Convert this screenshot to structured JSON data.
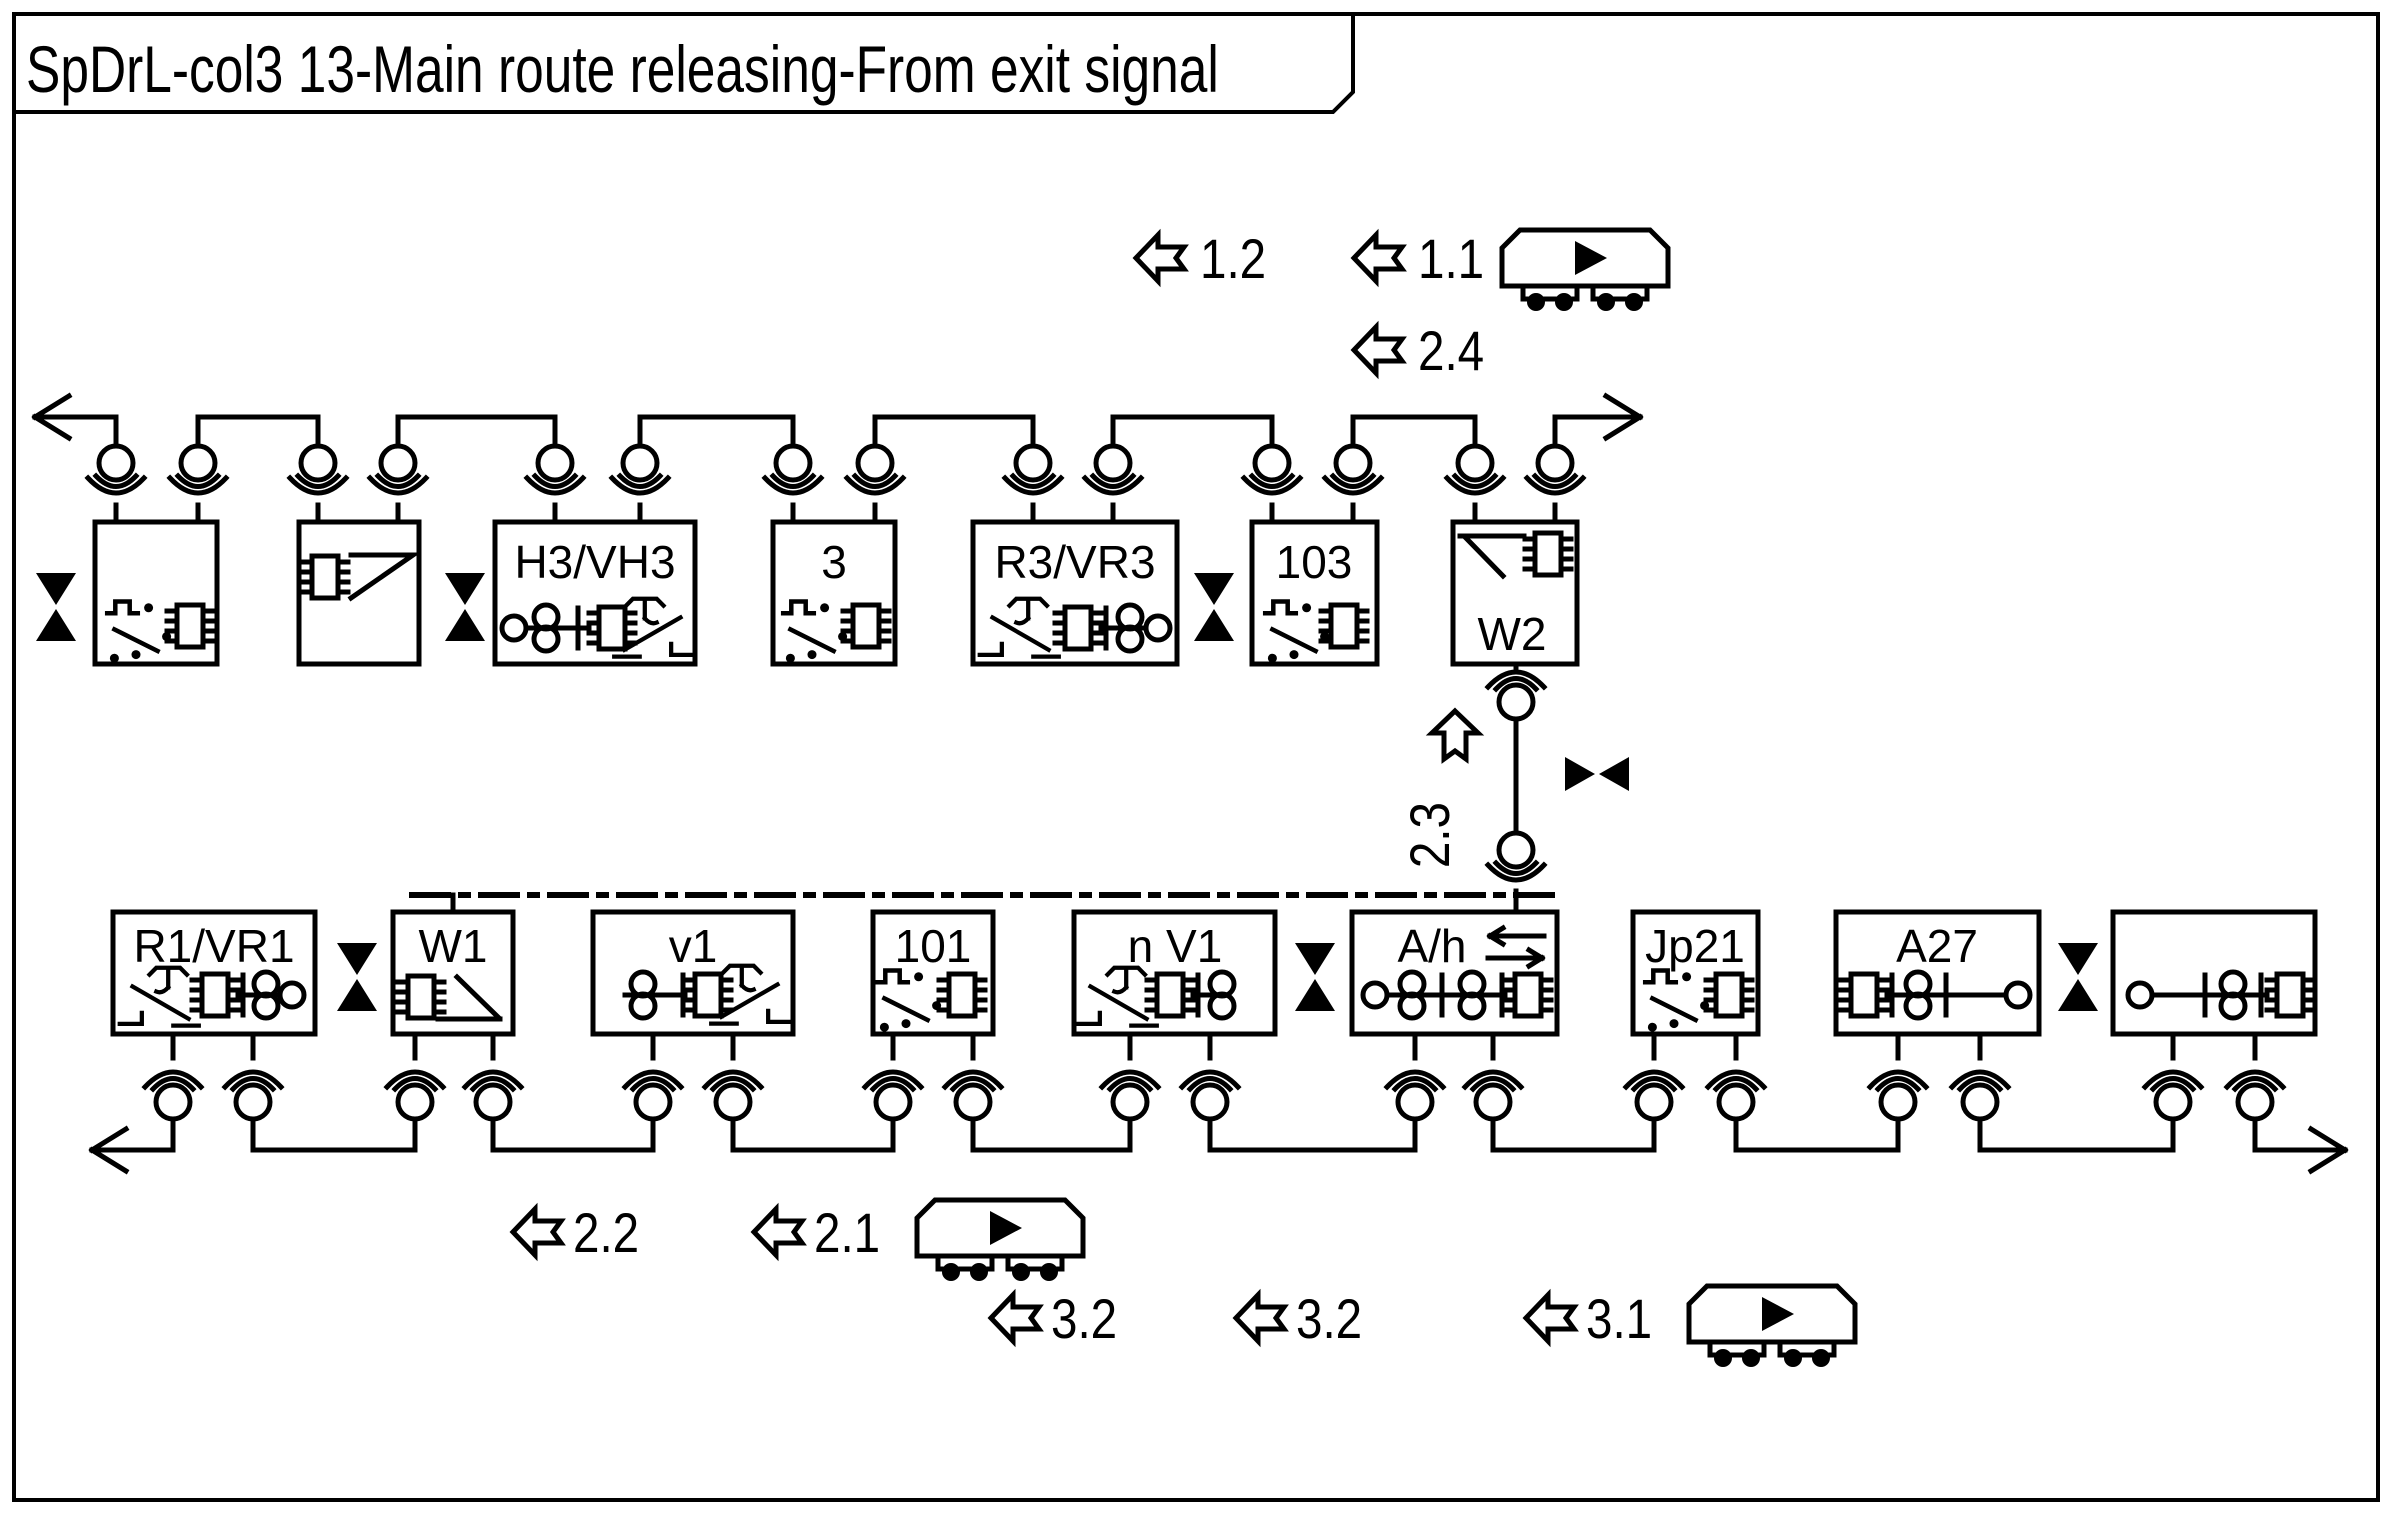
{
  "title": "SpDrL-col3 13-Main route releasing-From exit signal",
  "colors": {
    "ink": "#000000",
    "paper": "#ffffff"
  },
  "icons": {
    "plug-connector-icon": "circle with double arc (plug-in relay connector)",
    "isolation-icon": "vertical filled hourglass",
    "valve-icon": "horizontal filled bowtie",
    "wagon-icon": "rail wagon with play-triangle and bogies",
    "route-arrow-icon": "outline arrow pointing left",
    "route-arrow-up-icon": "outline arrow pointing up",
    "relay-chip-icon": "rectangle with side pins",
    "contact-icon": "relay switch contact",
    "dotted-contact-icon": "relay contact with dots",
    "double-8-icon": "two stacked circles",
    "exchange-arrows-icon": "left-right double arrow"
  },
  "top_row": {
    "boxes": [
      {
        "label": ""
      },
      {
        "label": ""
      },
      {
        "label": "H3/VH3"
      },
      {
        "label": "3"
      },
      {
        "label": "R3/VR3"
      },
      {
        "label": "103"
      },
      {
        "label": "W2"
      }
    ],
    "route_markers": [
      {
        "label": "1.2"
      },
      {
        "label": "1.1"
      },
      {
        "label": "2.4"
      }
    ]
  },
  "link": {
    "marker": "2.3"
  },
  "bottom_row": {
    "boxes": [
      {
        "label": "R1/VR1"
      },
      {
        "label": "W1"
      },
      {
        "label": "v1"
      },
      {
        "label": "101"
      },
      {
        "label": "n V1"
      },
      {
        "label": "A/h"
      },
      {
        "label": "Jp21"
      },
      {
        "label": "A27"
      },
      {
        "label": ""
      }
    ],
    "route_markers": [
      {
        "label": "2.2"
      },
      {
        "label": "2.1"
      },
      {
        "label": "3.2"
      },
      {
        "label": "3.2"
      },
      {
        "label": "3.1"
      }
    ]
  }
}
